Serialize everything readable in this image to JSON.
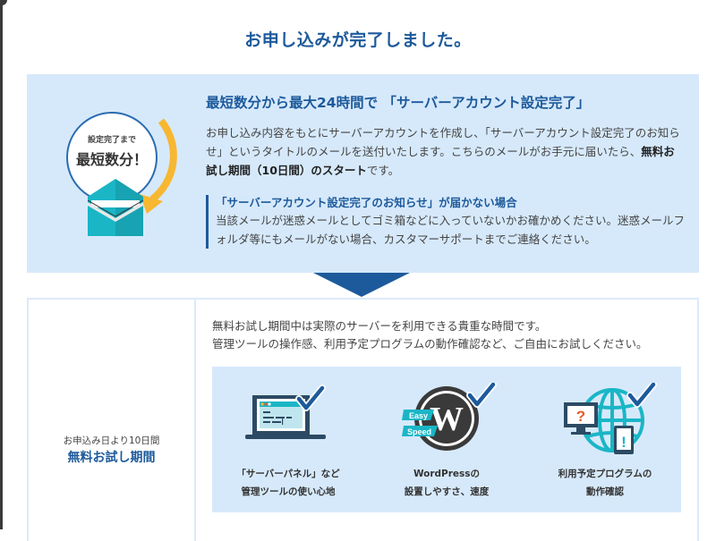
{
  "page": {
    "title": "お申し込みが完了しました。"
  },
  "top_panel": {
    "badge": {
      "small_text": "設定完了まで",
      "large_text": "最短数分！"
    },
    "headline": "最短数分から最大24時間で 「サーバーアカウント設定完了」",
    "description_part1": "お申し込み内容をもとにサーバーアカウントを作成し、「サーバーアカウント設定完了のお知らせ」というタイトルのメールを送付いたします。こちらのメールがお手元に届いたら、",
    "description_bold": "無料お試し期間（10日間）のスタート",
    "description_part2": "です。",
    "notice": {
      "title": "「サーバーアカウント設定完了のお知らせ」が届かない場合",
      "body": "当該メールが迷惑メールとしてゴミ箱などに入っていないかお確かめください。迷惑メールフォルダ等にもメールがない場合、カスタマーサポートまでご連絡ください。"
    }
  },
  "bottom_panel": {
    "trial_sub": "お申込み日より10日間",
    "trial_main": "無料お試し期間",
    "description_line1": "無料お試し期間中は実際のサーバーを利用できる貴重な時間です。",
    "description_line2": "管理ツールの操作感、利用予定プログラムの動作確認など、ご自由にお試しください。",
    "features": [
      {
        "icon": "laptop-check-icon",
        "line1": "「サーバーパネル」など",
        "line2": "管理ツールの使い心地"
      },
      {
        "icon": "wordpress-check-icon",
        "line1": "WordPressの",
        "line2": "設置しやすさ、速度",
        "tag1": "Easy",
        "tag2": "Speed"
      },
      {
        "icon": "globe-devices-check-icon",
        "line1": "利用予定プログラムの",
        "line2": "動作確認"
      }
    ]
  },
  "colors": {
    "brand_blue": "#1d5a9b",
    "panel_bg": "#d6e9fb",
    "teal": "#1ab6c6",
    "check_blue": "#1d5a9b",
    "arrow_yellow": "#f7b731"
  }
}
